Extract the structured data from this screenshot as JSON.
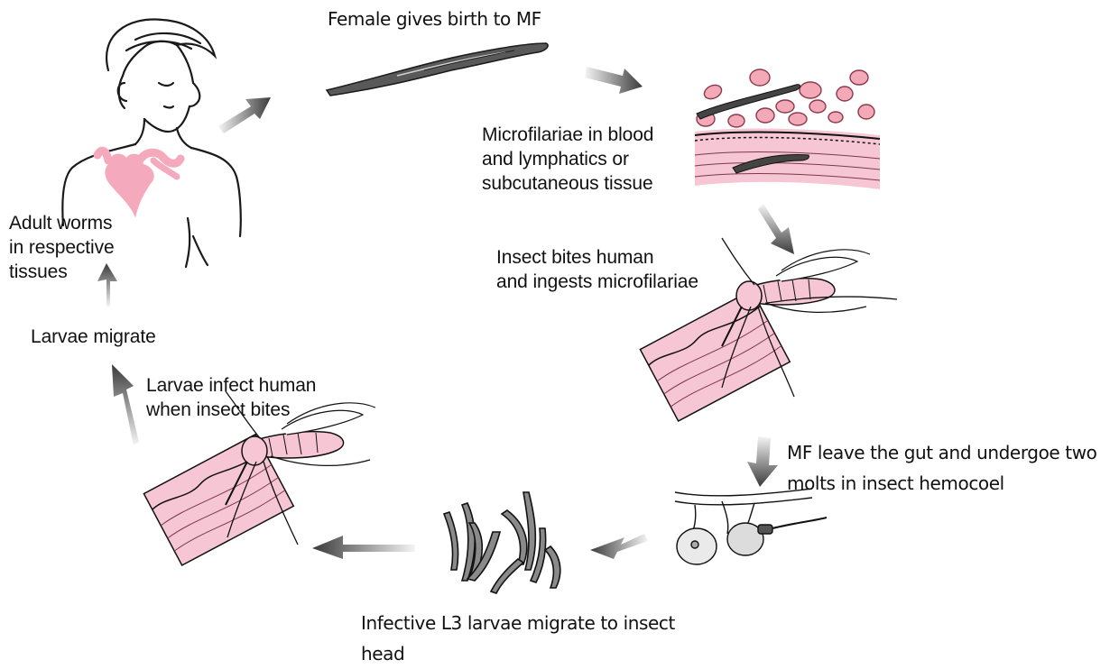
{
  "labels": {
    "female_birth": "Female gives birth to MF",
    "microfilariae_blood": [
      "Microfilariae in blood",
      "and lymphatics or",
      "subcutaneous tissue"
    ],
    "insect_bites": [
      "Insect bites human",
      "and ingests microfilariae"
    ],
    "mf_leave_gut": [
      "MF leave the gut and undergoe two",
      "molts in insect hemocoel"
    ],
    "infective_l3": [
      "Infective L3 larvae migrate to insect",
      "head"
    ],
    "larvae_infect": [
      "Larvae infect human",
      "when insect bites"
    ],
    "larvae_migrate": "Larvae migrate",
    "adult_worms": [
      "Adult worms",
      "in respective",
      "tissues"
    ]
  },
  "colors": {
    "heart": "#f5a9bd",
    "rbc": "#f4a9b8",
    "tissue": "#f7c6d4",
    "arrow": "#3a3a3a",
    "line": "#1a1a1a"
  }
}
